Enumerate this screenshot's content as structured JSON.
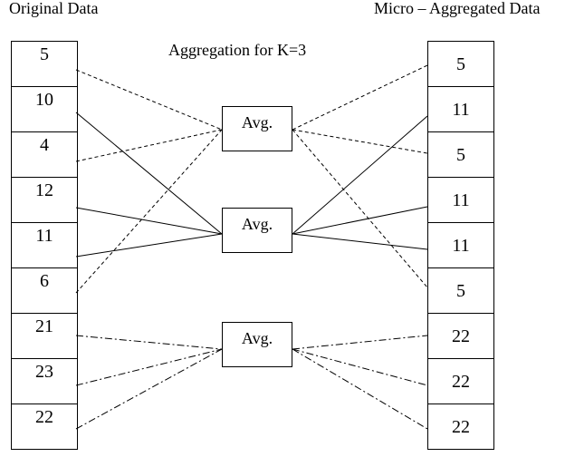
{
  "headers": {
    "original": "Original Data",
    "micro": "Micro – Aggregated Data"
  },
  "aggregation_label": "Aggregation for K=3",
  "original_data": [
    "5",
    "10",
    "4",
    "12",
    "11",
    "6",
    "21",
    "23",
    "22"
  ],
  "aggregated_data": [
    "5",
    "11",
    "5",
    "11",
    "11",
    "5",
    "22",
    "22",
    "22"
  ],
  "avg_boxes": [
    "Avg.",
    "Avg.",
    "Avg."
  ],
  "groups": [
    {
      "style": "dashed",
      "members": [
        0,
        2,
        5
      ]
    },
    {
      "style": "solid",
      "members": [
        1,
        3,
        4
      ]
    },
    {
      "style": "dash-dot",
      "members": [
        6,
        7,
        8
      ]
    }
  ]
}
